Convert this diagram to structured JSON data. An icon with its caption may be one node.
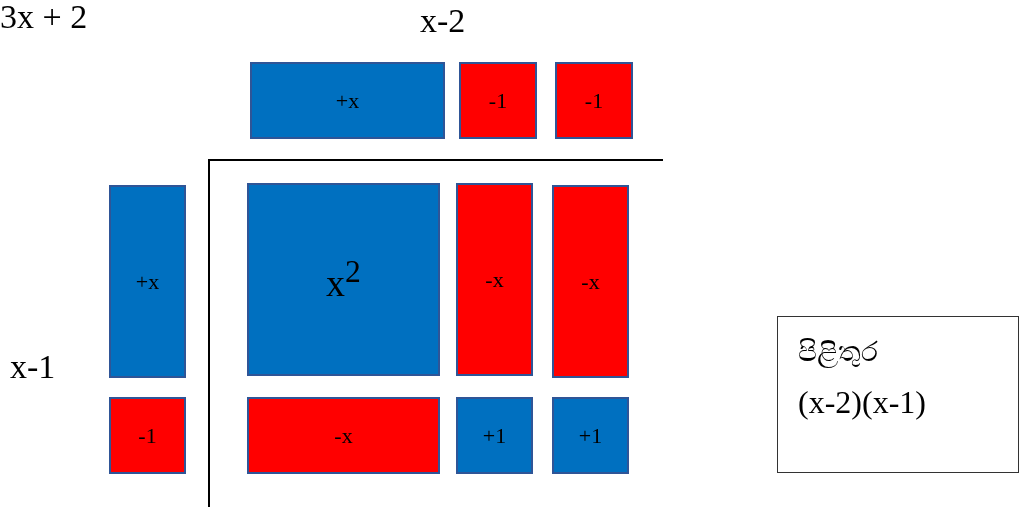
{
  "diagram": {
    "nodes": [
      {
        "text": [
          "+x"
        ]
      },
      {
        "text": [
          "-1"
        ]
      },
      {
        "text": [
          "-1"
        ]
      },
      {
        "text": [
          "+x"
        ]
      },
      {
        "text": [
          "x$^{2}$"
        ]
      },
      {
        "text": [
          "-x"
        ]
      },
      {
        "text": [
          "-x"
        ]
      },
      {
        "text": [
          "පිළිතුර",
          "(x-2)(x-1)"
        ]
      },
      {
        "text": [
          "-1"
        ]
      },
      {
        "text": [
          "-x"
        ]
      },
      {
        "text": [
          "+1"
        ]
      },
      {
        "text": [
          "+1"
        ]
      }
    ],
    "edges": [],
    "labels": [
      "3x + 2",
      "x-2",
      "x-1"
    ]
  }
}
